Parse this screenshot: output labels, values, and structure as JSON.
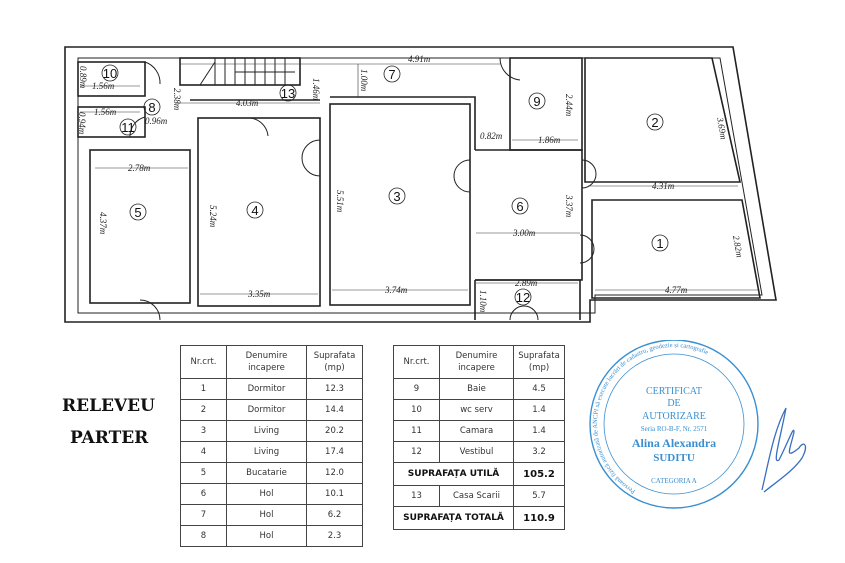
{
  "title": {
    "line1": "RELEVEU",
    "line2": "PARTER"
  },
  "rooms": [
    "1",
    "2",
    "3",
    "4",
    "5",
    "6",
    "7",
    "8",
    "9",
    "10",
    "11",
    "12",
    "13"
  ],
  "dimensions": [
    "1.56m",
    "0.89m",
    "1.56m",
    "0.94m",
    "0.96m",
    "2.38m",
    "4.03m",
    "1.46m",
    "4.91m",
    "1.00m",
    "2.44m",
    "1.86m",
    "0.82m",
    "3.69m",
    "4.31m",
    "2.78m",
    "4.37m",
    "5.24m",
    "5.51m",
    "3.35m",
    "3.74m",
    "3.37m",
    "3.00m",
    "2.82m",
    "4.77m",
    "2.89m",
    "1.10m"
  ],
  "table_headers": {
    "nr": "Nr.crt.",
    "name1": "Denumire",
    "name2": "incapere",
    "area1": "Suprafata",
    "area2": "(mp)"
  },
  "table_left": [
    {
      "nr": "1",
      "name": "Dormitor",
      "area": "12.3"
    },
    {
      "nr": "2",
      "name": "Dormitor",
      "area": "14.4"
    },
    {
      "nr": "3",
      "name": "Living",
      "area": "20.2"
    },
    {
      "nr": "4",
      "name": "Living",
      "area": "17.4"
    },
    {
      "nr": "5",
      "name": "Bucatarie",
      "area": "12.0"
    },
    {
      "nr": "6",
      "name": "Hol",
      "area": "10.1"
    },
    {
      "nr": "7",
      "name": "Hol",
      "area": "6.2"
    },
    {
      "nr": "8",
      "name": "Hol",
      "area": "2.3"
    }
  ],
  "table_right": [
    {
      "nr": "9",
      "name": "Baie",
      "area": "4.5"
    },
    {
      "nr": "10",
      "name": "wc serv",
      "area": "1.4"
    },
    {
      "nr": "11",
      "name": "Camara",
      "area": "1.4"
    },
    {
      "nr": "12",
      "name": "Vestibul",
      "area": "3.2"
    }
  ],
  "suprafata_utila": {
    "label": "SUPRAFAȚA UTILĂ",
    "value": "105.2"
  },
  "casa_scarii": {
    "nr": "13",
    "name": "Casa Scarii",
    "area": "5.7"
  },
  "suprafata_totala": {
    "label": "SUPRAFAȚA TOTALĂ",
    "value": "110.9"
  },
  "stamp": {
    "ring_text": "Persoană fizică autorizată de ANCPI să execute lucrări de cadastru, geodezie și cartografie",
    "line1": "CERTIFICAT",
    "line2": "DE",
    "line3": "AUTORIZARE",
    "serial": "Seria RO-B-F, Nr. 2571",
    "name1": "Alina Alexandra",
    "name2": "SUDITU",
    "category": "CATEGORIA A",
    "color": "#3a8fd0"
  }
}
